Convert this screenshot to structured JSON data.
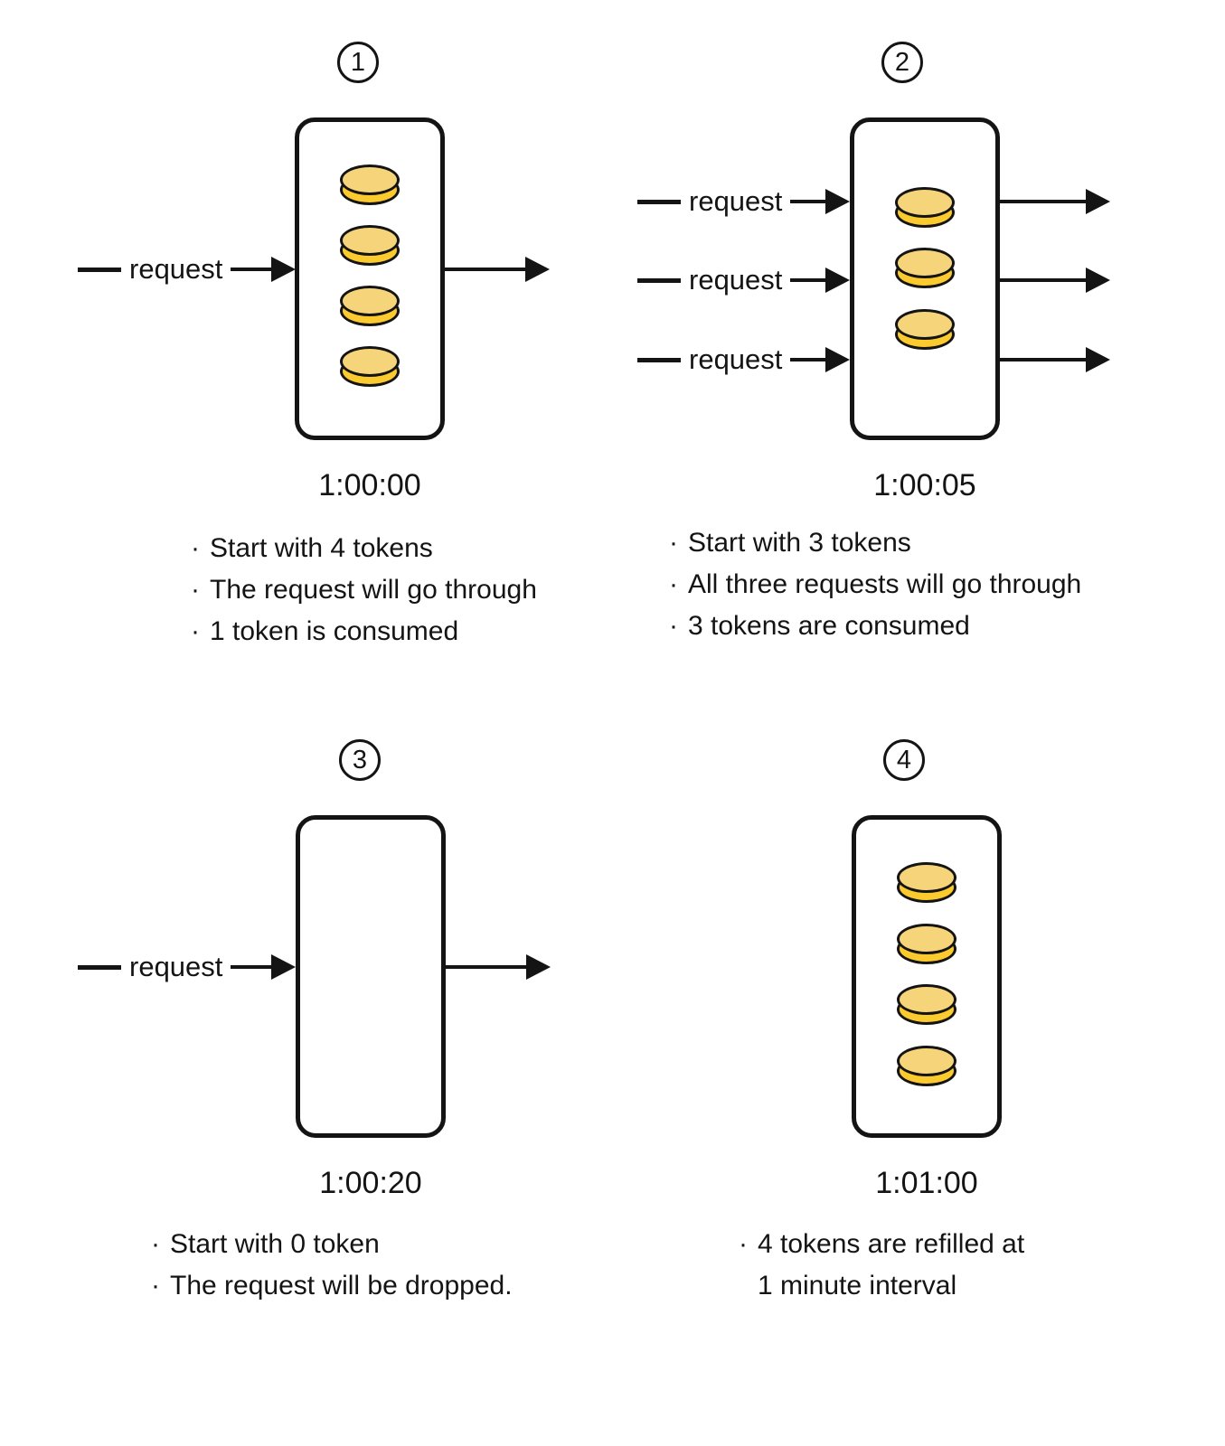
{
  "bullet_char": "·",
  "labels": {
    "request": "request"
  },
  "colors": {
    "coin_top": "#F6D47A",
    "coin_side": "#FBCA2E",
    "stroke": "#141414"
  },
  "panels": [
    {
      "number": "1",
      "timestamp": "1:00:00",
      "tokens_in_bucket": 4,
      "requests_in": 1,
      "requests_out": 1,
      "bullets": [
        "Start with 4 tokens",
        "The request will go through",
        "1 token is consumed"
      ]
    },
    {
      "number": "2",
      "timestamp": "1:00:05",
      "tokens_in_bucket": 3,
      "requests_in": 3,
      "requests_out": 3,
      "bullets": [
        "Start with 3 tokens",
        "All three requests will go through",
        "3 tokens are consumed"
      ]
    },
    {
      "number": "3",
      "timestamp": "1:00:20",
      "tokens_in_bucket": 0,
      "requests_in": 1,
      "requests_out": 1,
      "bullets": [
        "Start with 0 token",
        "The request will be dropped."
      ]
    },
    {
      "number": "4",
      "timestamp": "1:01:00",
      "tokens_in_bucket": 4,
      "requests_in": 0,
      "requests_out": 0,
      "bullets": [
        "4 tokens are refilled at",
        "1 minute interval"
      ]
    }
  ]
}
